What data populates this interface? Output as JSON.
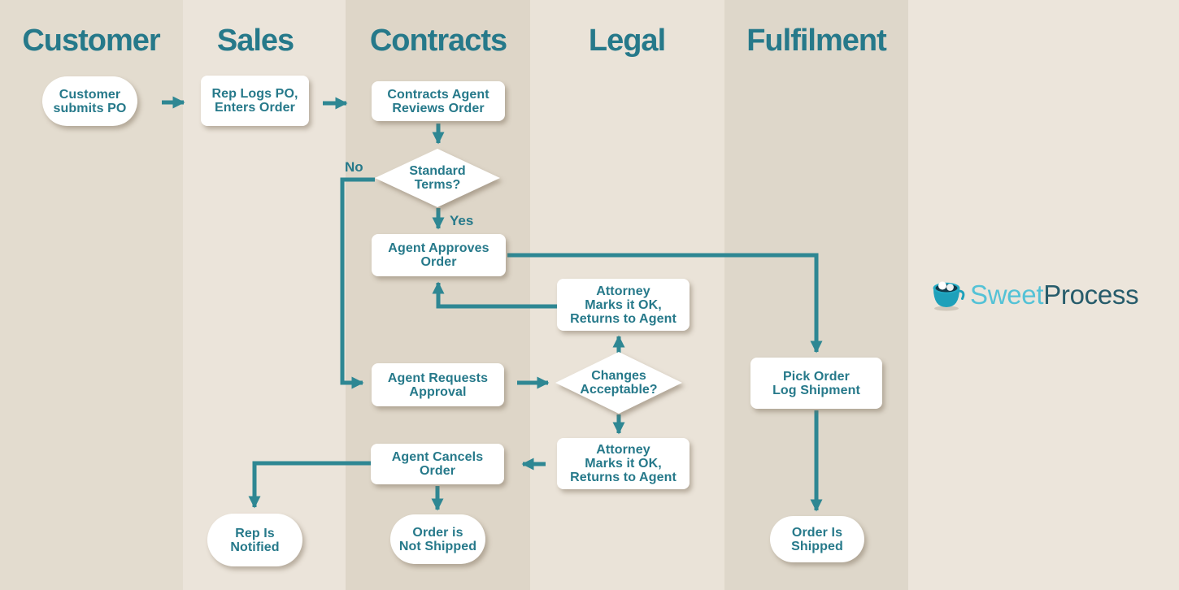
{
  "colors": {
    "canvas_bg": "#ece5db",
    "node_bg": "#ffffff",
    "accent_text": "#26798a",
    "line": "#2e8793"
  },
  "lanes": [
    {
      "label": "Customer",
      "bg": "#e3dccf"
    },
    {
      "label": "Sales",
      "bg": "#ebe4da"
    },
    {
      "label": "Contracts",
      "bg": "#ded6c8"
    },
    {
      "label": "Legal",
      "bg": "#eae3d8"
    },
    {
      "label": "Fulfilment",
      "bg": "#ded7ca"
    }
  ],
  "nodes": {
    "customer_submits_po": {
      "lines": [
        "Customer",
        "submits PO"
      ]
    },
    "rep_logs_po": {
      "lines": [
        "Rep Logs PO,",
        "Enters Order"
      ]
    },
    "contracts_agent_reviews_order": {
      "lines": [
        "Contracts Agent",
        "Reviews Order"
      ]
    },
    "standard_terms": {
      "lines": [
        "Standard",
        "Terms?"
      ]
    },
    "agent_approves_order": {
      "lines": [
        "Agent Approves",
        "Order"
      ]
    },
    "attorney_marks_ok_top": {
      "lines": [
        "Attorney",
        "Marks it OK,",
        "Returns to Agent"
      ]
    },
    "agent_requests_approval": {
      "lines": [
        "Agent Requests",
        "Approval"
      ]
    },
    "changes_acceptable": {
      "lines": [
        "Changes",
        "Acceptable?"
      ]
    },
    "attorney_marks_ok_bottom": {
      "lines": [
        "Attorney",
        "Marks it OK,",
        "Returns to Agent"
      ]
    },
    "agent_cancels_order": {
      "lines": [
        "Agent Cancels",
        "Order"
      ]
    },
    "pick_order_log_shipment": {
      "lines": [
        "Pick Order",
        "Log Shipment"
      ]
    },
    "rep_is_notified": {
      "lines": [
        "Rep Is",
        "Notified"
      ]
    },
    "order_is_not_shipped": {
      "lines": [
        "Order is",
        "Not Shipped"
      ]
    },
    "order_is_shipped": {
      "lines": [
        "Order Is",
        "Shipped"
      ]
    }
  },
  "edge_labels": {
    "no": "No",
    "yes": "Yes"
  },
  "logo": {
    "sweet": "Sweet",
    "process": "Process",
    "sweet_color": "#54c2d6",
    "process_color": "#275c6b"
  }
}
